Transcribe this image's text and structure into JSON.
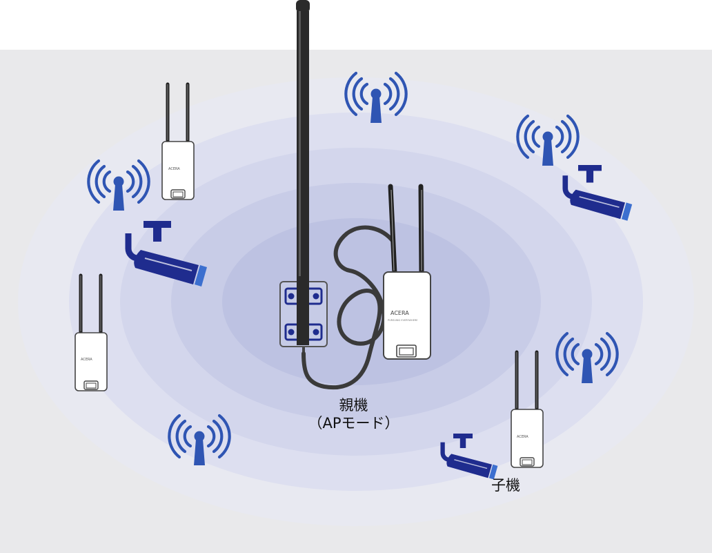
{
  "labels": {
    "parent_title": "親機",
    "parent_mode": "（APモード）",
    "child_title": "子機"
  },
  "brand": {
    "logo_text": "ACERA",
    "logo_subtext": "PURSUING EVERYWHERE"
  },
  "colors": {
    "background_band": "#e9e9eb",
    "coverage_outer": "#e8e9f1",
    "coverage_inner": "#b9bedf",
    "signal_icon": "#2f55b3",
    "camera": "#1f2c8e",
    "camera_lens": "#3c6fcf",
    "antenna": "#222222",
    "device_body": "#ffffff",
    "bracket": "#c6cbe6"
  },
  "icons": {
    "signal": "wifi-signal-icon",
    "camera": "security-camera-icon",
    "access_point": "access-point-device",
    "external_antenna": "omni-antenna"
  }
}
